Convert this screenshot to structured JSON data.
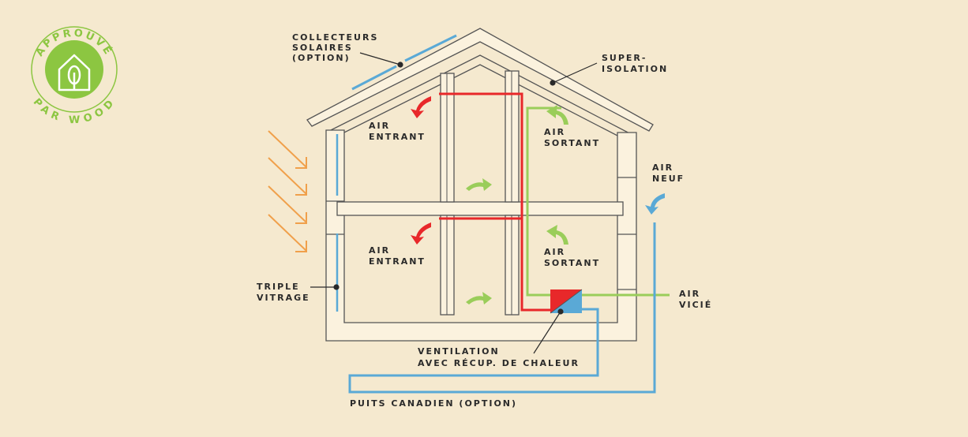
{
  "badge": {
    "top_text": "APPROUVÉ",
    "bottom_text": "PAR WOOD",
    "color": "#8cc641"
  },
  "labels": {
    "solar": [
      "COLLECTEURS",
      "SOLAIRES",
      "(OPTION)"
    ],
    "insulation": [
      "SUPER-",
      "ISOLATION"
    ],
    "air_in_upper": [
      "AIR",
      "ENTRANT"
    ],
    "air_out_upper": [
      "AIR",
      "SORTANT"
    ],
    "air_in_lower": [
      "AIR",
      "ENTRANT"
    ],
    "air_out_lower": [
      "AIR",
      "SORTANT"
    ],
    "fresh_air": [
      "AIR",
      "NEUF"
    ],
    "glazing": [
      "TRIPLE",
      "VITRAGE"
    ],
    "stale_air": [
      "AIR",
      "VICIÉ"
    ],
    "ventilation": [
      "VENTILATION",
      "AVEC RÉCUP. DE CHALEUR"
    ],
    "canadian_well": "PUITS CANADIEN (OPTION)"
  },
  "colors": {
    "background": "#f5e9cf",
    "wall_fill": "#fbf2de",
    "outline": "#555555",
    "warm_air": "#e8282a",
    "cool_air": "#5aa9d6",
    "exhaust_air": "#9acd5a",
    "sun_rays": "#f0a04b"
  },
  "icons": [
    "house-tree-icon",
    "sun-ray-arrow-icon",
    "curved-arrow-icon",
    "heat-exchanger-icon"
  ]
}
